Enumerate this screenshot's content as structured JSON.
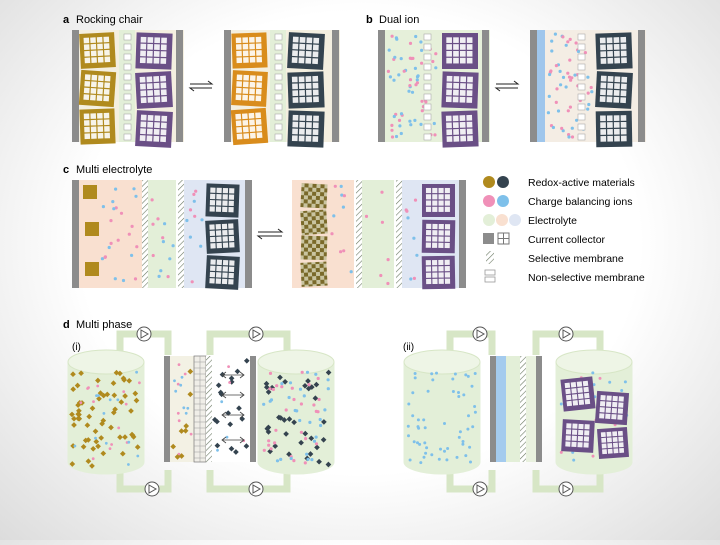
{
  "panels": {
    "a": {
      "letter": "a",
      "title": "Rocking chair"
    },
    "b": {
      "letter": "b",
      "title": "Dual ion"
    },
    "c": {
      "letter": "c",
      "title": "Multi electrolyte"
    },
    "d": {
      "letter": "d",
      "title": "Multi phase",
      "sub_i": "(i)",
      "sub_ii": "(ii)"
    }
  },
  "legend": [
    {
      "label": "Redox-active materials"
    },
    {
      "label": "Charge balancing ions"
    },
    {
      "label": "Electrolyte"
    },
    {
      "label": "Current collector"
    },
    {
      "label": "Selective membrane"
    },
    {
      "label": "Non-selective membrane"
    }
  ],
  "colors": {
    "gold": "#b08a1e",
    "navy": "#34434f",
    "pink": "#f090b8",
    "blue": "#7ec0ea",
    "electrolyte_green": "#e3efd8",
    "electrolyte_peach": "#f9e0d0",
    "electrolyte_blue": "#dfe6f3",
    "collector": "#8c8c8c",
    "purple": "#6a4f86",
    "orange": "#d98c1c",
    "tank_fill": "#e6f0d8"
  }
}
